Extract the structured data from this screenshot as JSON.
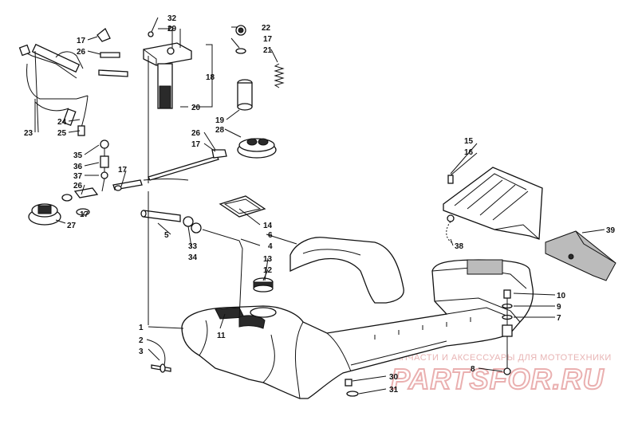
{
  "callouts": {
    "n32": "32",
    "n29": "29",
    "n17a": "17",
    "n26a": "26",
    "n18": "18",
    "n20": "20",
    "n22": "22",
    "n17b": "17",
    "n21": "21",
    "n19": "19",
    "n28": "28",
    "n24": "24",
    "n25": "25",
    "n23": "23",
    "n26b": "26",
    "n17c": "17",
    "n35": "35",
    "n36": "36",
    "n37": "37",
    "n17d": "17",
    "n26c": "26",
    "n17e": "17",
    "n27": "27",
    "n15": "15",
    "n16": "16",
    "n39": "39",
    "n38": "38",
    "n14": "14",
    "n6": "6",
    "n5": "5",
    "n33": "33",
    "n34": "34",
    "n4": "4",
    "n13": "13",
    "n12": "12",
    "n11": "11",
    "n1": "1",
    "n2": "2",
    "n3": "3",
    "n10": "10",
    "n9": "9",
    "n7": "7",
    "n8": "8",
    "n30": "30",
    "n31": "31"
  },
  "watermark": {
    "tagline": "ЗАПЧАСТИ И АКСЕССУАРЫ ДЛЯ МОТОТЕХНИКИ",
    "brand": "PARTSFOR.RU"
  }
}
